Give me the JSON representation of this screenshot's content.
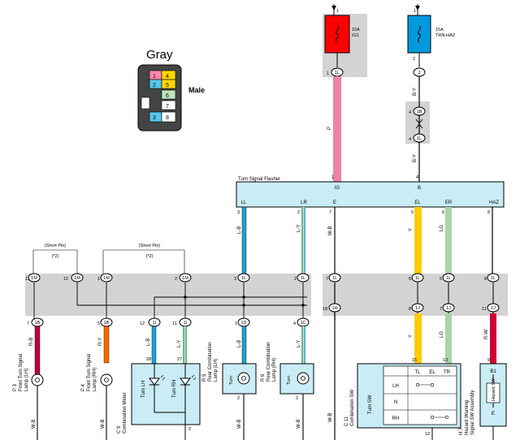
{
  "connector": {
    "color_label": "Gray",
    "gender_label": "Male",
    "pins": [
      "1",
      "2",
      "3",
      "4",
      "5",
      "6",
      "7",
      "8"
    ]
  },
  "fuses": [
    {
      "num": "1",
      "rating": "10A",
      "name": "IG1",
      "conn_pin": "1",
      "conn": "1L",
      "color": "#ff0000"
    },
    {
      "num": "1",
      "rating": "15A",
      "name": "TRN-HAZ",
      "conn_pin": "2",
      "conn": "2",
      "color": "#0099dd"
    }
  ],
  "flasher": {
    "title": "Turn Signal Flasher",
    "top_terminals": [
      {
        "name": "IG",
        "pin": "1"
      },
      {
        "name": "B",
        "pin": "4"
      }
    ],
    "bottom_terminals": [
      {
        "name": "LL",
        "pin": "3"
      },
      {
        "name": "LR",
        "pin": "2"
      },
      {
        "name": "E",
        "pin": "7"
      },
      {
        "name": "EL",
        "pin": "5"
      },
      {
        "name": "ER",
        "pin": "6"
      },
      {
        "name": "HAZ",
        "pin": "8"
      }
    ]
  },
  "wire_colors": {
    "p": "P",
    "by": "B-Y",
    "lb": "L-B",
    "ly": "L-Y",
    "wb": "W-B",
    "y": "Y",
    "lg": "LG",
    "rw": "R-W",
    "rb": "R-B",
    "ry": "R-Y"
  },
  "junction": {
    "short_pin": "(Short Pin)",
    "note": "(*2)"
  },
  "left_top_conns": [
    {
      "pin": "11",
      "conn": "1M"
    },
    {
      "pin": "12",
      "conn": "1M"
    },
    {
      "pin": "1",
      "conn": "1M"
    },
    {
      "pin": "2",
      "conn": "1M"
    },
    {
      "pin": "3",
      "conn": "1L"
    },
    {
      "pin": "2",
      "conn": "1L"
    }
  ],
  "left_bot_conns": [
    {
      "pin": "7",
      "conn": "1B"
    },
    {
      "pin": "5",
      "conn": "1B"
    },
    {
      "pin": "12",
      "conn": "1I"
    },
    {
      "pin": "11",
      "conn": "1I"
    },
    {
      "pin": "1",
      "conn": "1D"
    },
    {
      "pin": "4",
      "conn": "1C"
    }
  ],
  "right_top_conns": [
    {
      "pin": "7",
      "conn": "1L"
    },
    {
      "pin": "5",
      "conn": "1L"
    },
    {
      "pin": "6",
      "conn": "1L"
    },
    {
      "pin": "8",
      "conn": "1L"
    }
  ],
  "right_bot_conns": [
    {
      "pin": "18",
      "conn": "1H"
    },
    {
      "pin": "8",
      "conn": "1J"
    },
    {
      "pin": "7",
      "conn": "1J"
    },
    {
      "pin": "11",
      "conn": "1J"
    }
  ],
  "by_conns": [
    {
      "pin": "4",
      "conn": "1B"
    },
    {
      "pin": "4",
      "conn": "1L"
    }
  ],
  "components": {
    "p3": {
      "id": "P 3",
      "line1": "Front Turn Signal",
      "line2": "Lamp (LH)"
    },
    "p4": {
      "id": "P 4",
      "line1": "Front Turn Signal",
      "line2": "Lamp (RH)"
    },
    "c9": {
      "id": "C 9",
      "name": "Combination Meter",
      "pin_a": "28",
      "pin_b": "27",
      "pin_c": "2",
      "label_lh": "Turn LH",
      "label_rh": "Turn RH"
    },
    "r5": {
      "id": "R 5",
      "line1": "Rear Combination",
      "line2": "Lamp (LH)",
      "pin": "2",
      "label": "Turn"
    },
    "r6": {
      "id": "R 6",
      "line1": "Rear Combination",
      "line2": "Lamp (RH)",
      "pin": "2",
      "label": "Turn"
    },
    "c11": {
      "id": "C 11",
      "name": "Combination SW",
      "label": "Turn SW",
      "cols": [
        "TL",
        "EL",
        "TR"
      ],
      "rows": [
        "LH",
        "N",
        "RH"
      ],
      "pins": [
        "15",
        "13"
      ],
      "bottom_pin": "12"
    },
    "h7": {
      "id": "H 7",
      "line1": "Hazard Warning",
      "line2": "Signal SW Assembly",
      "pin_top": "9",
      "label_b": "B1",
      "label_sw": "Hazard SW",
      "label_e": "E"
    }
  }
}
